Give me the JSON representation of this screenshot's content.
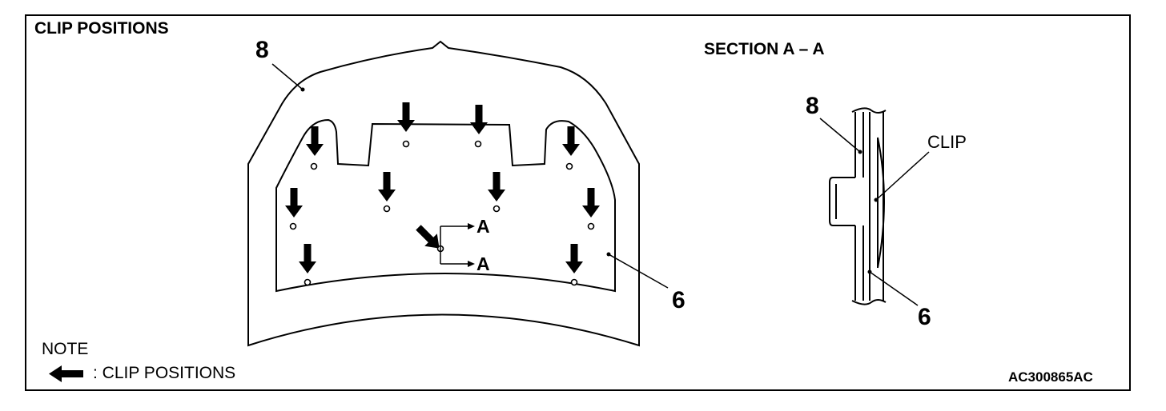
{
  "title": "CLIP POSITIONS",
  "section_title": "SECTION A – A",
  "note": {
    "label": "NOTE",
    "legend_icon": "arrow-left-icon",
    "legend_text": ": CLIP POSITIONS"
  },
  "reference_code": "AC300865AC",
  "main_view": {
    "callouts": {
      "hood": "8",
      "panel": "6"
    },
    "section_markers": [
      "A",
      "A"
    ]
  },
  "section_view": {
    "callouts": {
      "hood": "8",
      "panel": "6",
      "clip": "CLIP"
    }
  },
  "colors": {
    "line": "#000000",
    "background": "#ffffff"
  }
}
